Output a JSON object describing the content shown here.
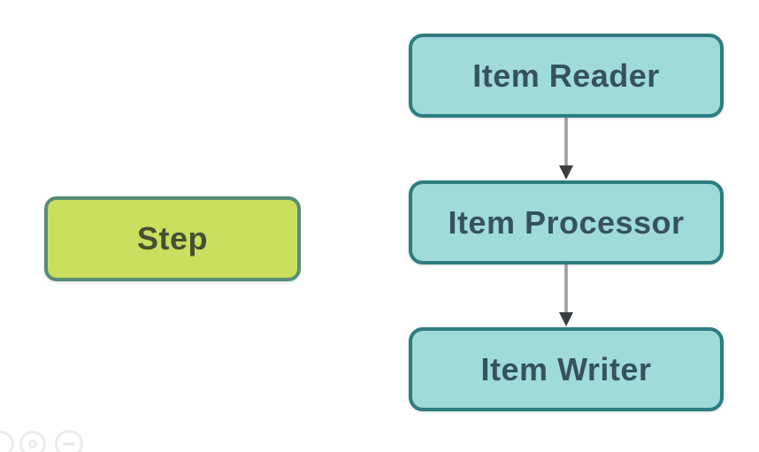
{
  "diagram": {
    "step_node": {
      "label": "Step"
    },
    "nodes": [
      {
        "id": "item-reader",
        "label": "Item Reader"
      },
      {
        "id": "item-processor",
        "label": "Item Processor"
      },
      {
        "id": "item-writer",
        "label": "Item Writer"
      }
    ],
    "edges": [
      {
        "from": "item-reader",
        "to": "item-processor"
      },
      {
        "from": "item-processor",
        "to": "item-writer"
      }
    ],
    "colors": {
      "background": "#ffffff",
      "step_fill": "#c9df5d",
      "step_border": "#578c76",
      "step_text": "#464f34",
      "item_fill": "#9fdbd9",
      "item_border": "#2d7d81",
      "item_text": "#35525f",
      "arrow_line": "#999b9c",
      "arrow_head": "#3a3e40",
      "control_icon": "#ececec"
    }
  },
  "controls": {
    "icons": [
      {
        "name": "partial-circle-icon"
      },
      {
        "name": "dot-circle-icon"
      },
      {
        "name": "minus-circle-icon"
      }
    ]
  }
}
